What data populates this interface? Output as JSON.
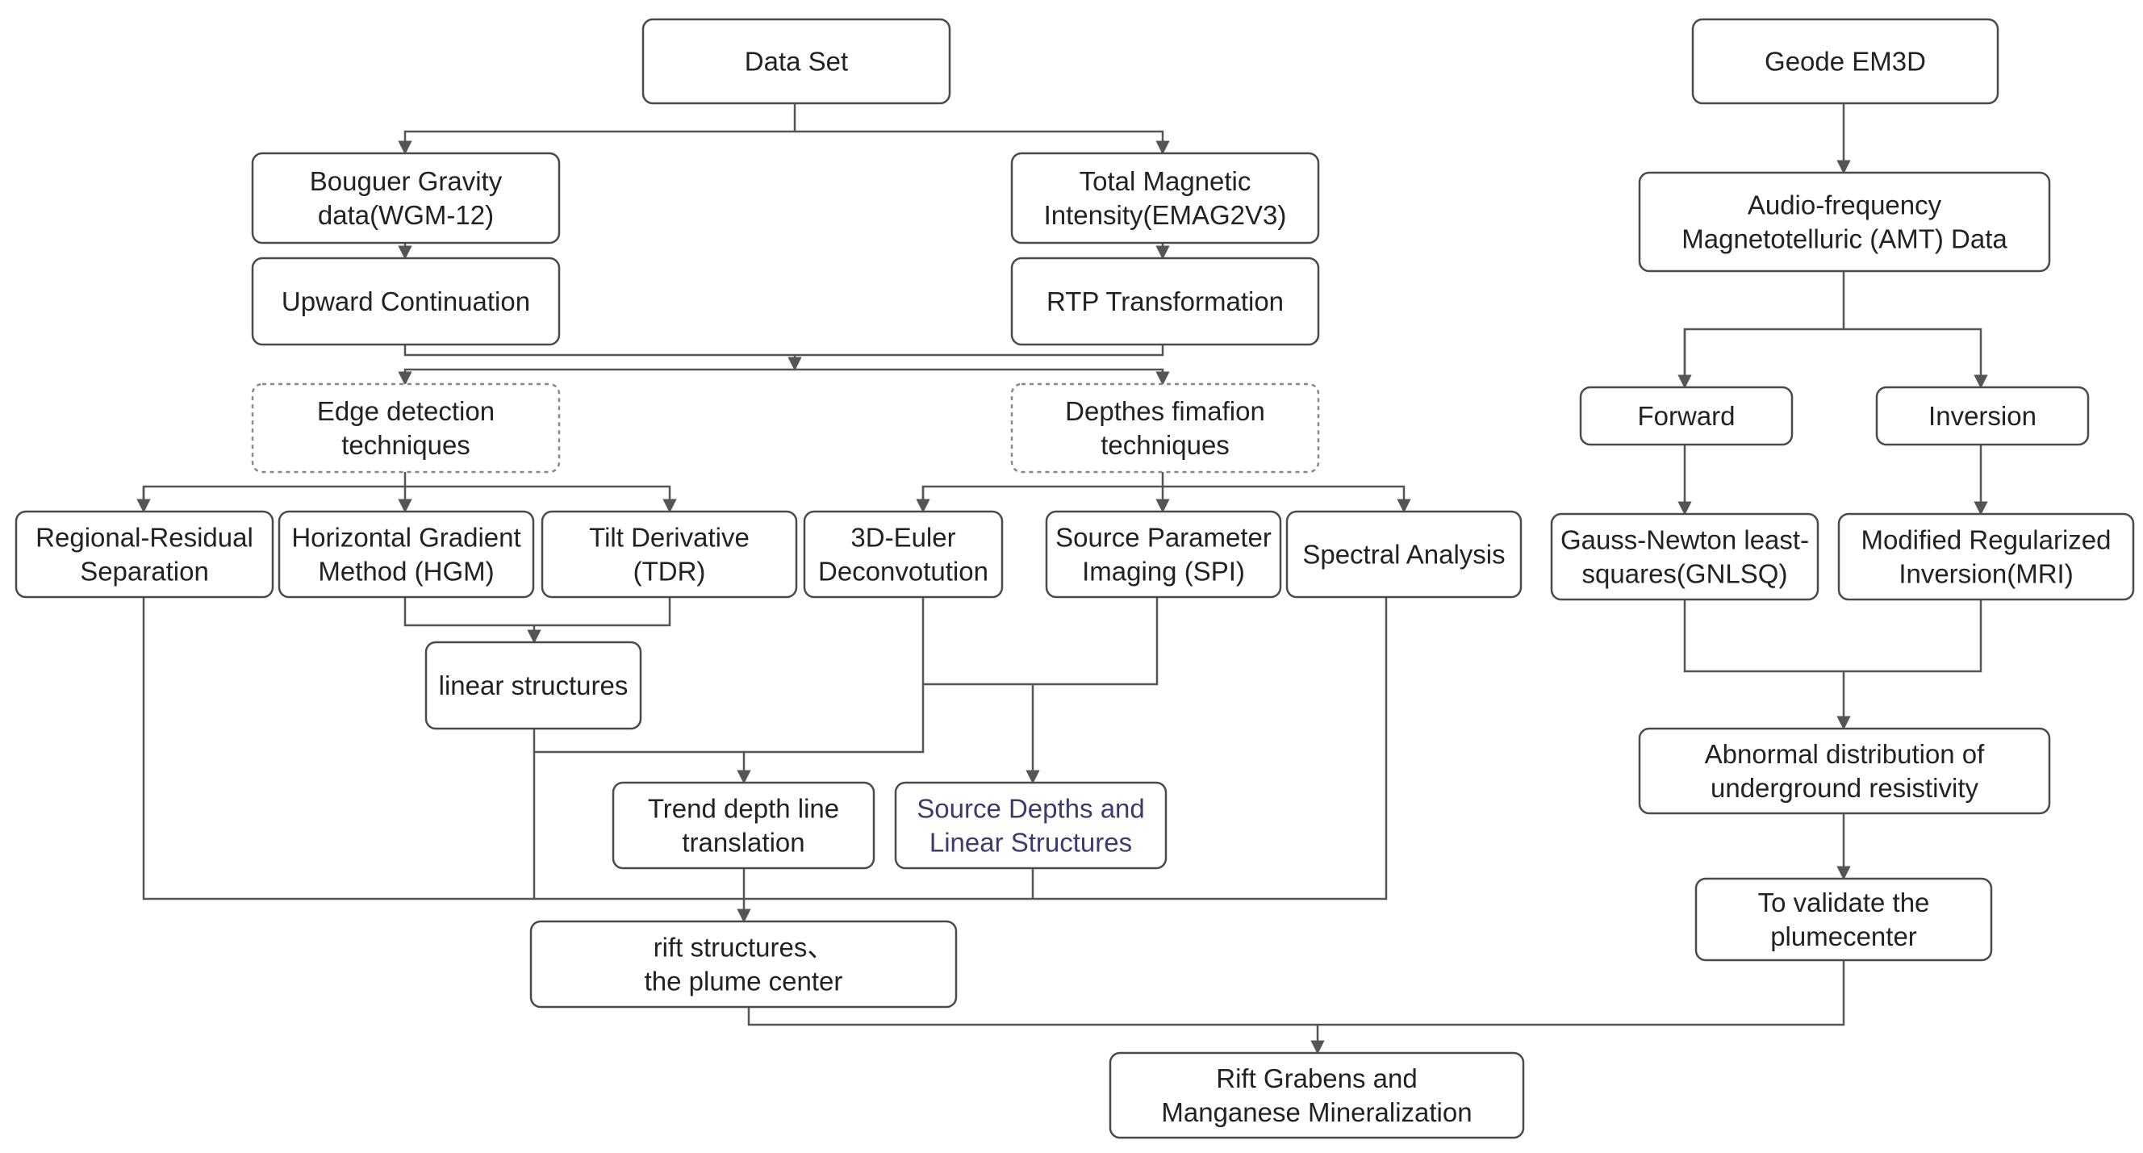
{
  "nodes": {
    "data_set": [
      "Data Set"
    ],
    "bouguer": [
      "Bouguer Gravity",
      "data(WGM-12)"
    ],
    "tmi": [
      "Total Magnetic",
      "Intensity(EMAG2V3)"
    ],
    "upward": [
      "Upward Continuation"
    ],
    "rtp": [
      "RTP Transformation"
    ],
    "edge": [
      "Edge detection",
      "techniques"
    ],
    "depth_est": [
      "Depthes fimafion",
      "techniques"
    ],
    "regional": [
      "Regional-Residual",
      "Separation"
    ],
    "hgm": [
      "Horizontal Gradient",
      "Method (HGM)"
    ],
    "tdr": [
      "Tilt Derivative",
      "(TDR)"
    ],
    "euler": [
      "3D-Euler",
      "Deconvotution"
    ],
    "spi": [
      "Source Parameter",
      "Imaging (SPI)"
    ],
    "spectral": [
      "Spectral Analysis"
    ],
    "linear": [
      "linear structures"
    ],
    "trend": [
      "Trend depth line",
      "translation"
    ],
    "source_depths": [
      "Source Depths and",
      "Linear Structures"
    ],
    "rift": [
      "rift structures、",
      "the plume center"
    ],
    "rift_grabens": [
      "Rift Grabens and",
      "Manganese Mineralization"
    ],
    "geode": [
      "Geode EM3D"
    ],
    "amt": [
      "Audio-frequency",
      "Magnetotelluric (AMT) Data"
    ],
    "forward": [
      "Forward"
    ],
    "inversion": [
      "Inversion"
    ],
    "gnlsq": [
      "Gauss-Newton least-",
      "squares(GNLSQ)"
    ],
    "mri": [
      "Modified Regularized",
      "Inversion(MRI)"
    ],
    "abnormal": [
      "Abnormal distribution of",
      "underground resistivity"
    ],
    "validate": [
      "To validate the",
      "plumecenter"
    ]
  }
}
